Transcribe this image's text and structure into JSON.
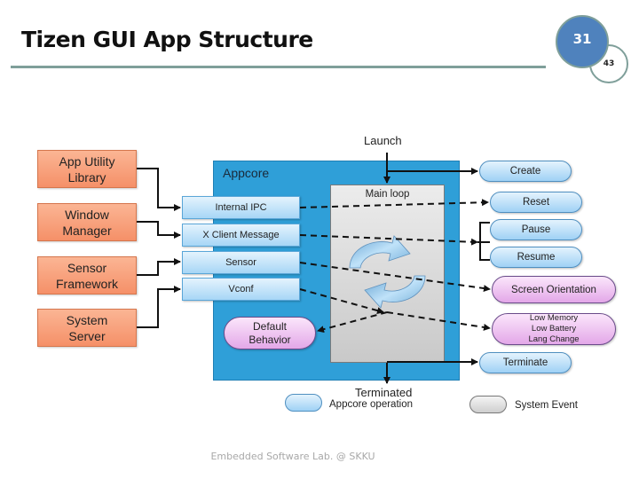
{
  "slide": {
    "title": "Tizen GUI App Structure",
    "page_number": "31",
    "total_pages": "43",
    "footer": "Embedded Software Lab. @ SKKU"
  },
  "diagram": {
    "launch_label": "Launch",
    "terminated_label": "Terminated",
    "appcore_label": "Appcore",
    "mainloop_label": "Main loop",
    "sources": [
      {
        "label": "App Utility\nLibrary"
      },
      {
        "label": "Window\nManager"
      },
      {
        "label": "Sensor\nFramework"
      },
      {
        "label": "System\nServer"
      }
    ],
    "interfaces": [
      {
        "label": "Internal IPC"
      },
      {
        "label": "X Client Message"
      },
      {
        "label": "Sensor"
      },
      {
        "label": "Vconf"
      }
    ],
    "default_behavior": "Default\nBehavior",
    "events": [
      {
        "label": "Create",
        "type": "appcore-operation"
      },
      {
        "label": "Reset",
        "type": "appcore-operation"
      },
      {
        "label": "Pause",
        "type": "appcore-operation"
      },
      {
        "label": "Resume",
        "type": "appcore-operation"
      },
      {
        "label": "Screen Orientation",
        "type": "system-event"
      },
      {
        "label": "Low Memory\nLow Battery\nLang Change",
        "type": "system-event"
      },
      {
        "label": "Terminate",
        "type": "appcore-operation"
      }
    ],
    "legend": [
      {
        "label": "Appcore operation",
        "swatch": "blue"
      },
      {
        "label": "System Event",
        "swatch": "gray"
      }
    ],
    "colors": {
      "appcore_frame": "#2f9fd8",
      "source_box": "#f59068",
      "operation_pill": "#9fd1f5",
      "system_event_pill": "#e3a7e8",
      "title_rule": "#7f9f9a",
      "page_badge": "#4f82bd"
    }
  }
}
